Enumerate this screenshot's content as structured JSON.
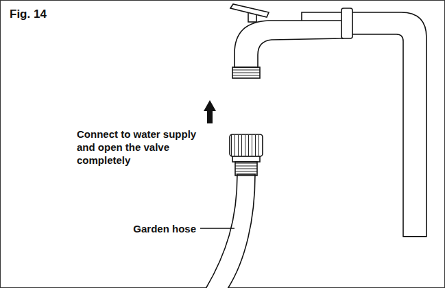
{
  "diagram": {
    "title": "Fig. 14",
    "labels": [
      "Connect to water supply and open the valve completely",
      "Garden hose"
    ]
  }
}
